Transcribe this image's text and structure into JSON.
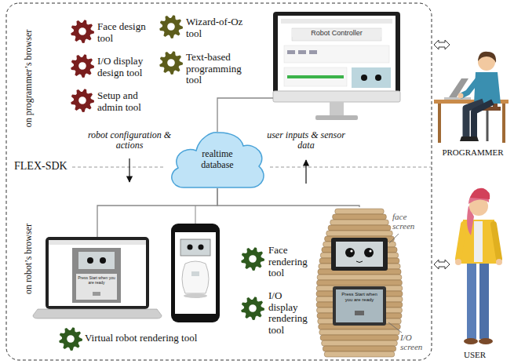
{
  "diagram": {
    "nodes": [
      {
        "text": [
          "Robot Controller"
        ]
      },
      {
        "text": [
          "realtime database"
        ]
      },
      {
        "text": [
          "Press Start when you are ready"
        ]
      },
      {
        "text": [
          "Press Start when you are ready"
        ]
      }
    ],
    "edges": [
      {
        "from": 1,
        "to": 0,
        "arrow": "none"
      },
      {
        "from": 1,
        "to": 2,
        "arrow": "none"
      },
      {
        "from": 1,
        "to": 3,
        "arrow": "none"
      }
    ],
    "labels": [
      "on programmer’s browser",
      "Face design tool",
      "Wizard-of-Oz tool",
      "I/O display design tool",
      "Text-based programming tool",
      "Setup and admin tool",
      "robot configuration & actions",
      "user inputs & sensor data",
      "PROGRAMMER",
      "FLEX-SDK",
      "on robot’s browser",
      "face screen",
      "Face rendering tool",
      "I/O display rendering tool",
      "I/O screen",
      "Virtual robot rendering tool",
      "USER"
    ]
  }
}
